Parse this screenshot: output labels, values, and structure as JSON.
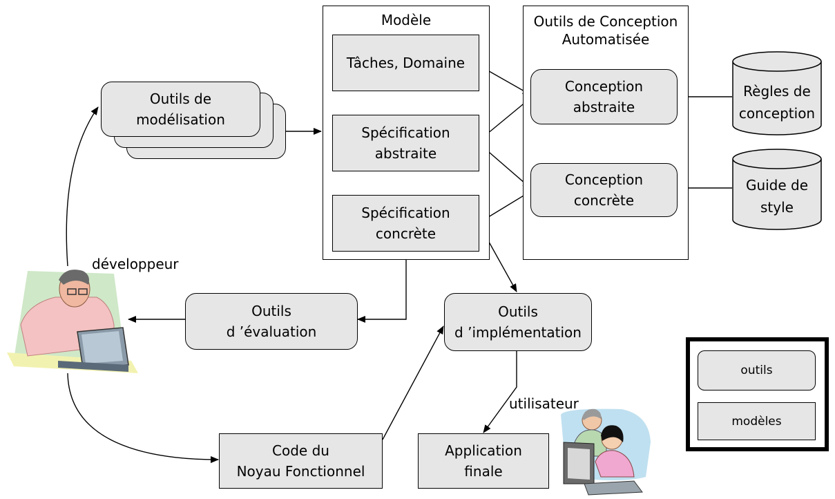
{
  "model_panel": {
    "title": "Modèle",
    "items": [
      "Tâches, Domaine",
      "Spécification\nabstraite",
      "Spécification\nconcrète"
    ]
  },
  "design_tools_panel": {
    "title": "Outils de Conception\nAutomatisée",
    "items": [
      "Conception\nabstraite",
      "Conception\nconcrète"
    ]
  },
  "databases": [
    "Règles de\nconception",
    "Guide de\nstyle"
  ],
  "tools": {
    "modeling": "Outils de\nmodélisation",
    "evaluation": "Outils\nd ’évaluation",
    "implementation": "Outils\nd ’implémentation"
  },
  "models": {
    "functional_core": "Code du\nNoyau Fonctionnel",
    "final_app": "Application\nfinale"
  },
  "actors": {
    "developer": "développeur",
    "user": "utilisateur"
  },
  "legend": {
    "tools": "outils",
    "models": "modèles"
  },
  "colors": {
    "box_fill": "#e6e6e6",
    "stroke": "#000000"
  }
}
